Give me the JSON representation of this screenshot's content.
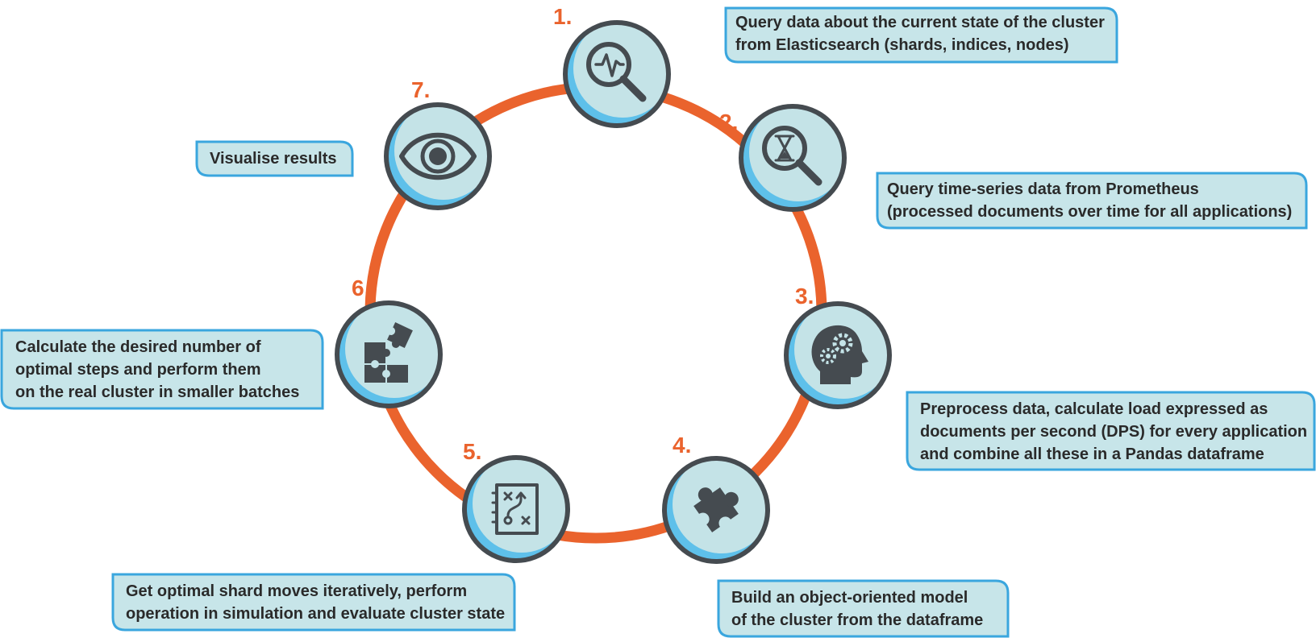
{
  "colors": {
    "ring": "#ea632d",
    "number": "#ea632d",
    "node_fill": "#c4e3e7",
    "node_crescent": "#5ec0ea",
    "node_border": "#454b50",
    "icon": "#454b50",
    "callout_fill": "#c7e5e9",
    "callout_border": "#3aa6de",
    "text": "#2a2a2a"
  },
  "steps": [
    {
      "number": "1.",
      "icon": "magnifier-pulse-icon",
      "lines": [
        "Query data about the current state of the cluster",
        "from Elasticsearch (shards, indices, nodes)"
      ]
    },
    {
      "number": "2.",
      "icon": "magnifier-hourglass-icon",
      "lines": [
        "Query time-series data from Prometheus",
        "(processed documents over time for all applications)"
      ]
    },
    {
      "number": "3.",
      "icon": "head-gears-icon",
      "lines": [
        "Preprocess data, calculate load expressed as",
        "documents per second (DPS) for every application",
        "and combine all these in a Pandas dataframe"
      ]
    },
    {
      "number": "4.",
      "icon": "puzzle-piece-icon",
      "lines": [
        "Build an object-oriented model",
        "of the cluster from the dataframe"
      ]
    },
    {
      "number": "5.",
      "icon": "strategy-board-icon",
      "lines": [
        "Get optimal shard moves iteratively, perform",
        "operation in simulation and evaluate cluster state"
      ]
    },
    {
      "number": "6.",
      "icon": "puzzle-assembly-icon",
      "lines": [
        "Calculate the desired number of",
        "optimal steps and perform them",
        "on the real cluster in smaller batches"
      ]
    },
    {
      "number": "7.",
      "icon": "eye-icon",
      "lines": [
        "Visualise results"
      ]
    }
  ]
}
